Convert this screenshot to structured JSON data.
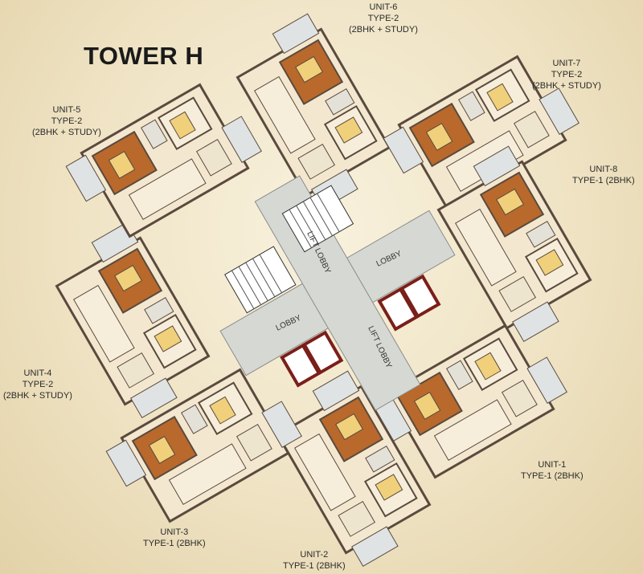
{
  "title": "TOWER H",
  "lobby_labels": [
    "LOBBY",
    "LOBBY",
    "LIFT LOBBY",
    "LIFT LOBBY"
  ],
  "units": [
    {
      "name": "UNIT-1",
      "type": "TYPE-1 (2BHK)",
      "config": ""
    },
    {
      "name": "UNIT-2",
      "type": "TYPE-1 (2BHK)",
      "config": ""
    },
    {
      "name": "UNIT-3",
      "type": "TYPE-1 (2BHK)",
      "config": ""
    },
    {
      "name": "UNIT-4",
      "type": "TYPE-2",
      "config": "(2BHK + STUDY)"
    },
    {
      "name": "UNIT-5",
      "type": "TYPE-2",
      "config": "(2BHK + STUDY)"
    },
    {
      "name": "UNIT-6",
      "type": "TYPE-2",
      "config": "(2BHK + STUDY)"
    },
    {
      "name": "UNIT-7",
      "type": "TYPE-2",
      "config": "(2BHK + STUDY)"
    },
    {
      "name": "UNIT-8",
      "type": "TYPE-1 (2BHK)",
      "config": ""
    }
  ],
  "colors": {
    "floor": "#f3e8cf",
    "master_bedroom": "#b9692b",
    "balcony": "#dfe3e3",
    "wall": "#5a4a3e",
    "lift_wall": "#7a1f1a",
    "lobby": "#d5d8d3"
  }
}
